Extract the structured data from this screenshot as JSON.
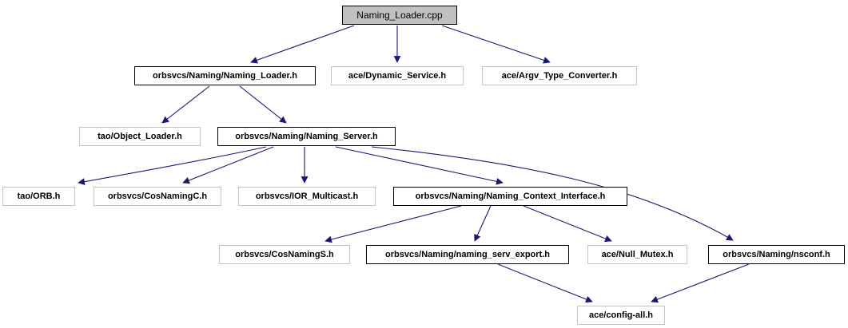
{
  "diagram": {
    "type": "include-dependency-graph",
    "colors": {
      "edge": "#191970",
      "root_fill": "#c0c0c0",
      "linked_border": "#000000",
      "plain_border": "#c4c4c4",
      "node_fill": "#ffffff",
      "background": "#ffffff"
    },
    "nodes": [
      {
        "id": "naming_loader_cpp",
        "label": "Naming_Loader.cpp",
        "style": "root"
      },
      {
        "id": "naming_loader_h",
        "label": "orbsvcs/Naming/Naming_Loader.h",
        "style": "linked"
      },
      {
        "id": "dynamic_service_h",
        "label": "ace/Dynamic_Service.h",
        "style": "plain"
      },
      {
        "id": "argv_type_converter_h",
        "label": "ace/Argv_Type_Converter.h",
        "style": "plain"
      },
      {
        "id": "object_loader_h",
        "label": "tao/Object_Loader.h",
        "style": "plain"
      },
      {
        "id": "naming_server_h",
        "label": "orbsvcs/Naming/Naming_Server.h",
        "style": "linked"
      },
      {
        "id": "orb_h",
        "label": "tao/ORB.h",
        "style": "plain"
      },
      {
        "id": "cosnamingc_h",
        "label": "orbsvcs/CosNamingC.h",
        "style": "plain"
      },
      {
        "id": "ior_multicast_h",
        "label": "orbsvcs/IOR_Multicast.h",
        "style": "plain"
      },
      {
        "id": "naming_context_interface_h",
        "label": "orbsvcs/Naming/Naming_Context_Interface.h",
        "style": "linked"
      },
      {
        "id": "cosnamings_h",
        "label": "orbsvcs/CosNamingS.h",
        "style": "plain"
      },
      {
        "id": "naming_serv_export_h",
        "label": "orbsvcs/Naming/naming_serv_export.h",
        "style": "linked"
      },
      {
        "id": "null_mutex_h",
        "label": "ace/Null_Mutex.h",
        "style": "plain"
      },
      {
        "id": "nsconf_h",
        "label": "orbsvcs/Naming/nsconf.h",
        "style": "linked"
      },
      {
        "id": "config_all_h",
        "label": "ace/config-all.h",
        "style": "plain"
      }
    ],
    "edges": [
      {
        "from": "naming_loader_cpp",
        "to": "naming_loader_h"
      },
      {
        "from": "naming_loader_cpp",
        "to": "dynamic_service_h"
      },
      {
        "from": "naming_loader_cpp",
        "to": "argv_type_converter_h"
      },
      {
        "from": "naming_loader_h",
        "to": "object_loader_h"
      },
      {
        "from": "naming_loader_h",
        "to": "naming_server_h"
      },
      {
        "from": "naming_server_h",
        "to": "orb_h"
      },
      {
        "from": "naming_server_h",
        "to": "cosnamingc_h"
      },
      {
        "from": "naming_server_h",
        "to": "ior_multicast_h"
      },
      {
        "from": "naming_server_h",
        "to": "naming_context_interface_h"
      },
      {
        "from": "naming_server_h",
        "to": "nsconf_h"
      },
      {
        "from": "naming_context_interface_h",
        "to": "cosnamings_h"
      },
      {
        "from": "naming_context_interface_h",
        "to": "naming_serv_export_h"
      },
      {
        "from": "naming_context_interface_h",
        "to": "null_mutex_h"
      },
      {
        "from": "naming_serv_export_h",
        "to": "config_all_h"
      },
      {
        "from": "nsconf_h",
        "to": "config_all_h"
      }
    ]
  }
}
